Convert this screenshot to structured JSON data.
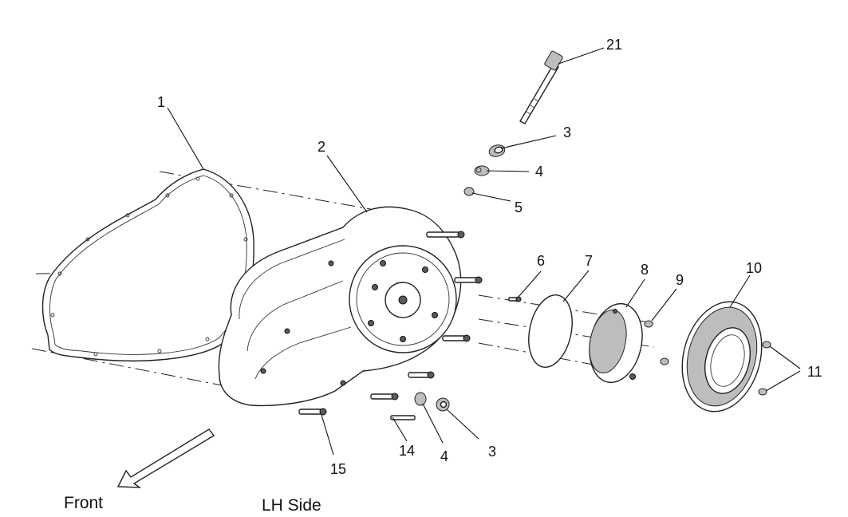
{
  "labels": {
    "part_1": "1",
    "part_2": "2",
    "part_3_top": "3",
    "part_4_top": "4",
    "part_5": "5",
    "part_6": "6",
    "part_7": "7",
    "part_8": "8",
    "part_9": "9",
    "part_10": "10",
    "part_11": "11",
    "part_14": "14",
    "part_4_bottom": "4",
    "part_3_bottom": "3",
    "part_15": "15",
    "part_21": "21"
  },
  "captions": {
    "front": "Front",
    "side": "LH Side"
  },
  "colors": {
    "line": "#111111",
    "shade": "#bdbdbd",
    "dark": "#5a5a5a"
  }
}
